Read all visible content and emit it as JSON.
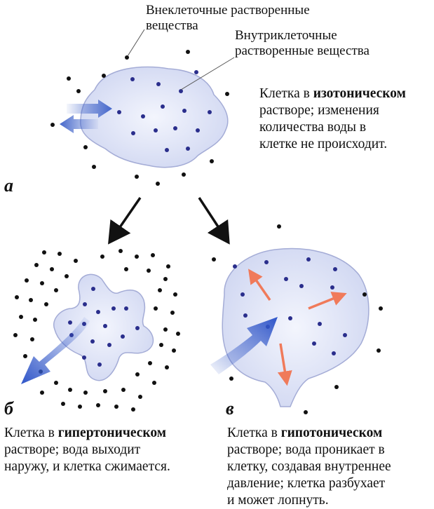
{
  "labels": {
    "extracellular": "Внеклеточные растворенные\nвещества",
    "intracellular": "Внутриклеточные\nрастворенные вещества"
  },
  "panels": {
    "a": {
      "letter": "а",
      "caption_prefix": "Клетка в ",
      "caption_bold": "изотоническом",
      "caption_rest": "растворе; изменения\nколичества воды в\nклетке не происходит."
    },
    "b": {
      "letter": "б",
      "caption_prefix": "Клетка в ",
      "caption_bold": "гипертоническом",
      "caption_rest": "растворе; вода выходит\nнаружу, и клетка сжимается."
    },
    "c": {
      "letter": "в",
      "caption_prefix": "Клетка в ",
      "caption_bold": "гипотоническом",
      "caption_rest": "растворе; вода проникает в\nклетку, создавая внутреннее\nдавление; клетка разбухает\nи может лопнуть."
    }
  },
  "colors": {
    "cell_fill": "#dde2f6",
    "cell_stroke": "#9aa3cf",
    "inner_dot": "#2a2e8c",
    "outer_dot": "#111111",
    "water_arrow": "#3b5fc8",
    "pressure_arrow": "#f07a5a"
  }
}
